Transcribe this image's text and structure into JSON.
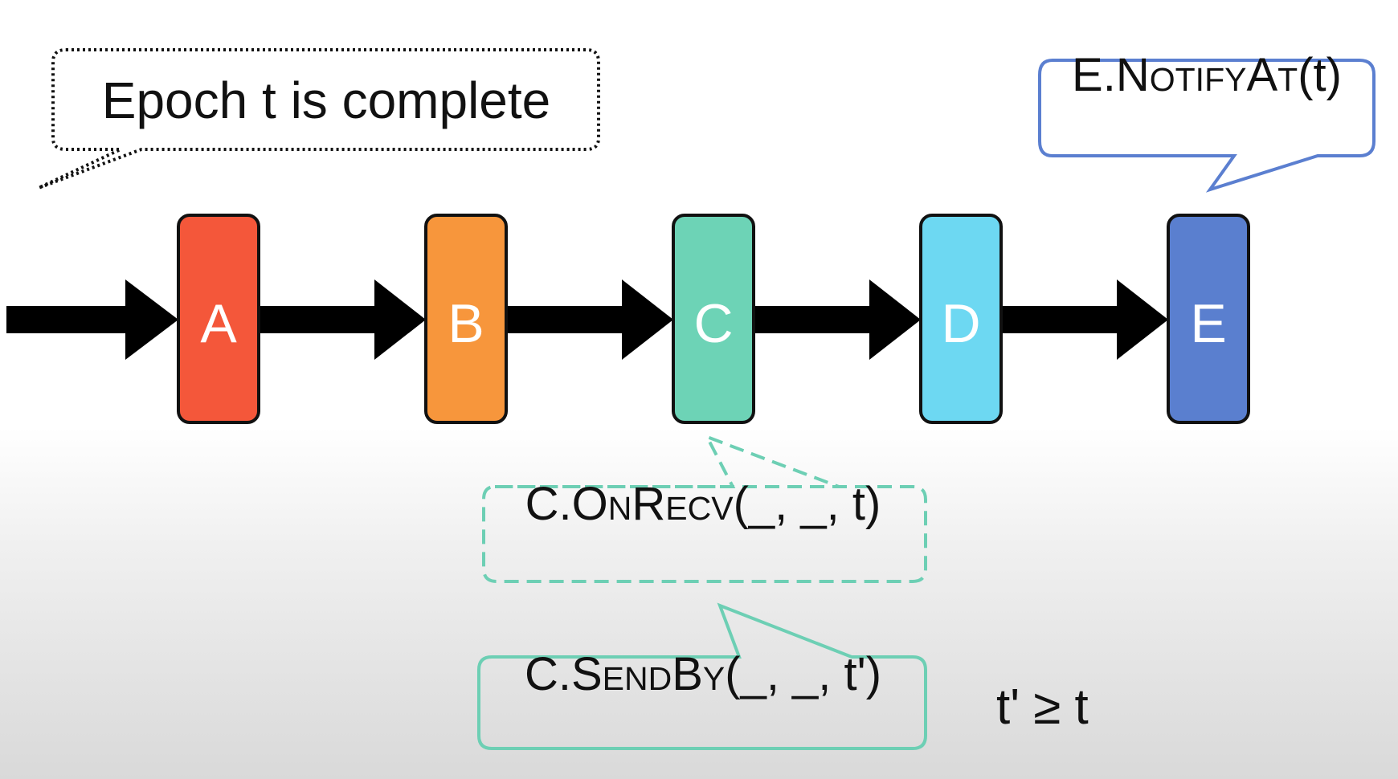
{
  "callouts": {
    "epoch_complete": "Epoch t is complete",
    "notify_at": {
      "prefix": "E.",
      "method": "NotifyAt",
      "args": "(t)"
    },
    "on_recv": {
      "prefix": "C.",
      "method": "OnRecv",
      "args": "(_, _, t)"
    },
    "send_by": {
      "prefix": "C.",
      "method": "SendBy",
      "args": "(_, _, t')"
    }
  },
  "nodes": [
    {
      "label": "A",
      "color": "#f4573a"
    },
    {
      "label": "B",
      "color": "#f7963c"
    },
    {
      "label": "C",
      "color": "#6dd3b6"
    },
    {
      "label": "D",
      "color": "#6dd8f2"
    },
    {
      "label": "E",
      "color": "#5a7fcf"
    }
  ],
  "relation": "t' ≥ t"
}
